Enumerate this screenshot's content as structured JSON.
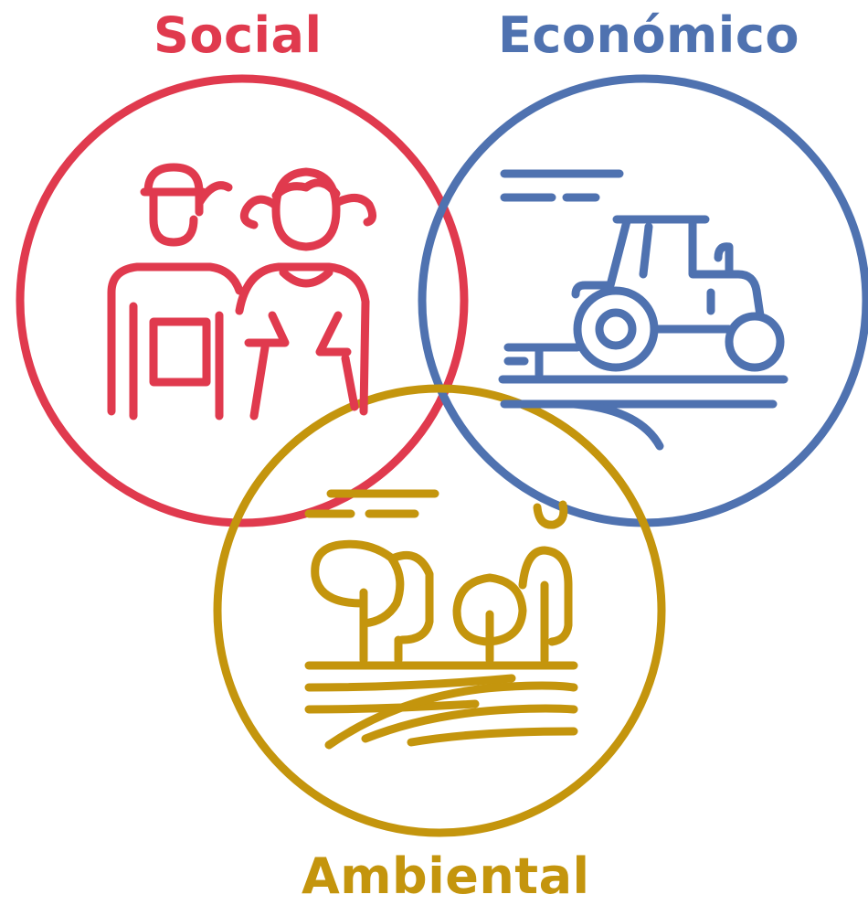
{
  "labels": {
    "social": "Social",
    "economico": "Económico",
    "ambiental": "Ambiental"
  },
  "colors": {
    "social": "#e03a4e",
    "economico": "#4f72b0",
    "ambiental": "#c4950d"
  },
  "icons": {
    "social": "farmers-icon",
    "economico": "tractor-icon",
    "ambiental": "landscape-trees-icon"
  }
}
